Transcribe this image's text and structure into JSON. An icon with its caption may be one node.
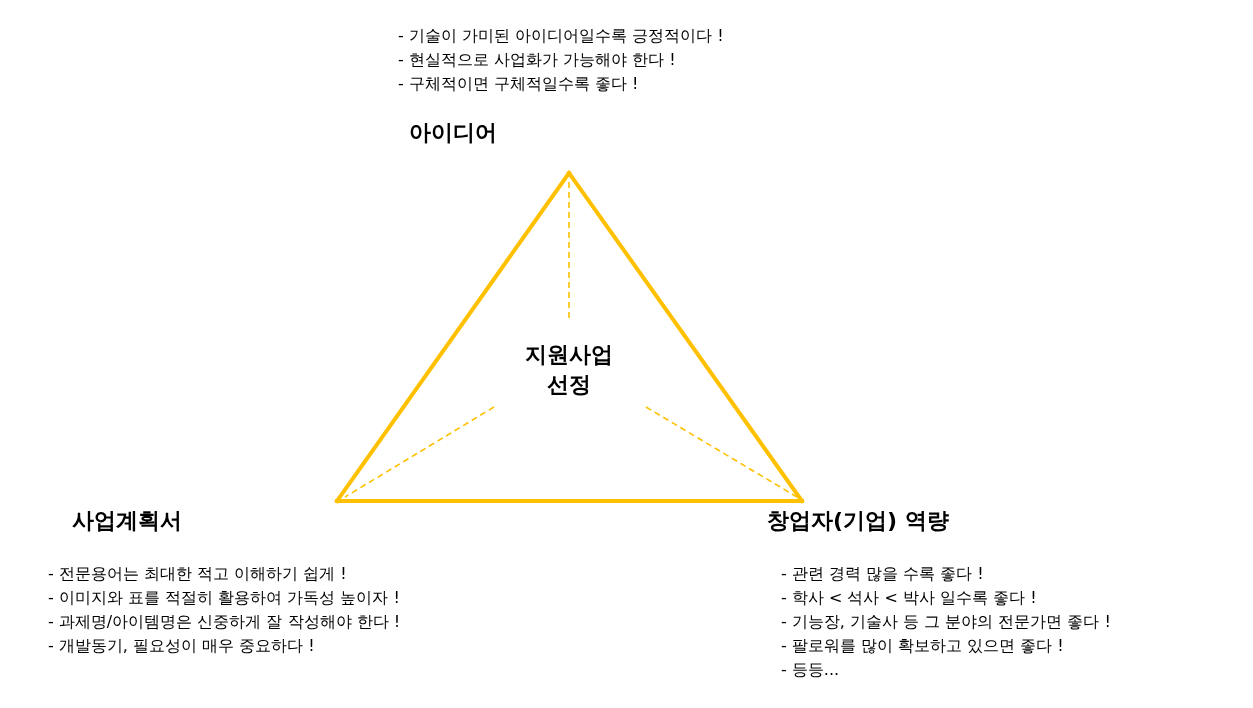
{
  "diagram": {
    "nodes": [
      {
        "text": [
          "아이디어"
        ],
        "beside": [
          "- 기술이 가미된 아이디어일수록 긍정적이다 !",
          "- 현실적으로 사업화가 가능해야 한다 !",
          "- 구체적이면 구체적일수록 좋다 !"
        ]
      },
      {
        "text": [
          "사업계획서"
        ],
        "beside": [
          "- 전문용어는 최대한 적고 이해하기 쉽게 !",
          "- 이미지와 표를 적절히 활용하여 가독성 높이자 !",
          "- 과제명/아이템명은 신중하게 잘 작성해야 한다 !",
          "- 개발동기, 필요성이 매우 중요하다 !"
        ]
      },
      {
        "text": [
          "창업자(기업) 역량"
        ],
        "beside": [
          "- 관련 경력 많을 수록 좋다 !",
          "- 학사 < 석사 < 박사 일수록 좋다 !",
          "- 기능장, 기술사 등 그 분야의 전문가면 좋다 !",
          "- 팔로워를 많이 확보하고 있으면 좋다 !",
          "- 등등..."
        ]
      },
      {
        "text": [
          "지원사업 선정"
        ]
      }
    ],
    "edges": [
      {
        "from": 0,
        "to": 1,
        "arrow": "none",
        "style": "thick"
      },
      {
        "from": 1,
        "to": 2,
        "arrow": "none",
        "style": "thick"
      },
      {
        "from": 2,
        "to": 0,
        "arrow": "none",
        "style": "thick"
      },
      {
        "from": 3,
        "to": 0,
        "arrow": "none",
        "style": "dashed"
      },
      {
        "from": 3,
        "to": 1,
        "arrow": "none",
        "style": "dashed"
      },
      {
        "from": 3,
        "to": 2,
        "arrow": "none",
        "style": "dashed"
      }
    ]
  }
}
